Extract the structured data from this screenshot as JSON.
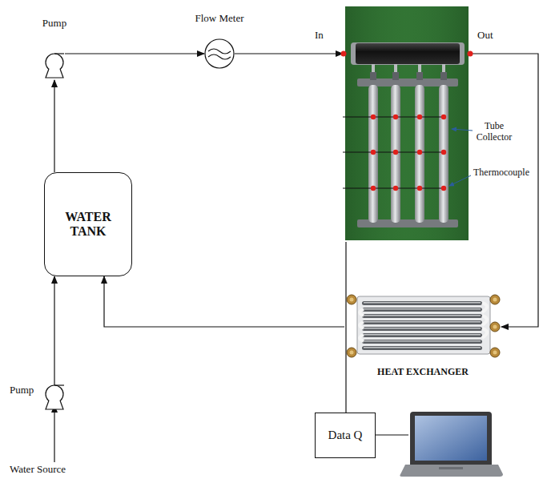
{
  "diagram": {
    "nodes": [
      {
        "text": [
          "Pump"
        ]
      },
      {
        "text": [
          "Flow Meter"
        ]
      },
      {
        "text": [
          "Tube Collector",
          "Thermocouple"
        ]
      },
      {
        "text": [
          "WATER TANK"
        ]
      },
      {
        "text": [
          "HEAT EXCHANGER"
        ]
      },
      {
        "text": [
          "Pump"
        ]
      },
      {
        "text": [
          "Data Q"
        ]
      }
    ],
    "edges": [
      {
        "from": 3,
        "to": 0,
        "arrow": "to"
      },
      {
        "from": 0,
        "to": 1,
        "arrow": "to"
      },
      {
        "from": 1,
        "to": 2,
        "arrow": "to"
      },
      {
        "from": 2,
        "to": 4,
        "arrow": "to"
      },
      {
        "from": 4,
        "to": 3,
        "arrow": "to"
      },
      {
        "from": 5,
        "to": 3,
        "arrow": "to"
      },
      {
        "from": 6,
        "to": 2,
        "arrow": "none"
      }
    ],
    "labels": [
      "In",
      "Out",
      "Water Source"
    ]
  }
}
